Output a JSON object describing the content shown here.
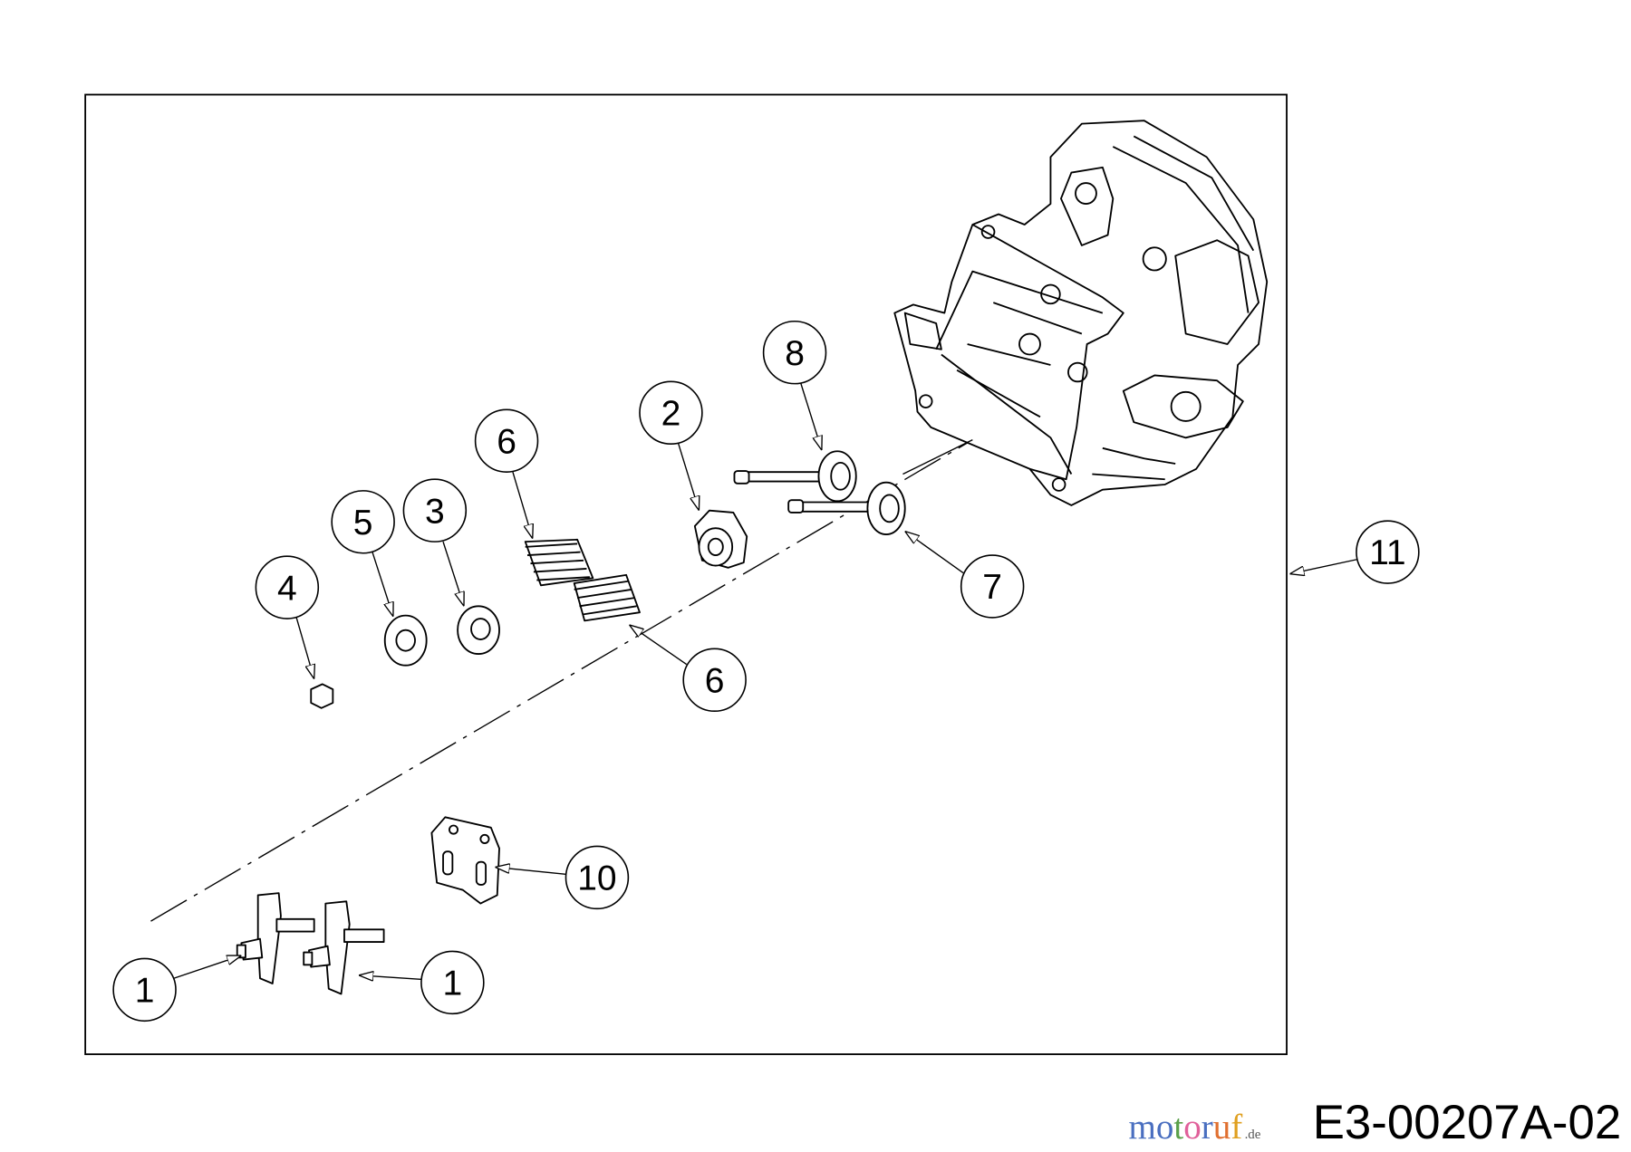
{
  "diagram": {
    "drawing_code": "E3-00207A-02",
    "watermark": {
      "text": "motoruf",
      "suffix": ".de",
      "colors": [
        "#4a6fc0",
        "#4a6fc0",
        "#5aa04a",
        "#e0609a",
        "#4a6fc0",
        "#e07030",
        "#e0a020"
      ]
    },
    "callouts": [
      {
        "id": "8",
        "label": "8"
      },
      {
        "id": "2",
        "label": "2"
      },
      {
        "id": "6a",
        "label": "6"
      },
      {
        "id": "5",
        "label": "5"
      },
      {
        "id": "3",
        "label": "3"
      },
      {
        "id": "4",
        "label": "4"
      },
      {
        "id": "7",
        "label": "7"
      },
      {
        "id": "11",
        "label": "11"
      },
      {
        "id": "6b",
        "label": "6"
      },
      {
        "id": "10",
        "label": "10"
      },
      {
        "id": "1a",
        "label": "1"
      },
      {
        "id": "1b",
        "label": "1"
      }
    ]
  }
}
